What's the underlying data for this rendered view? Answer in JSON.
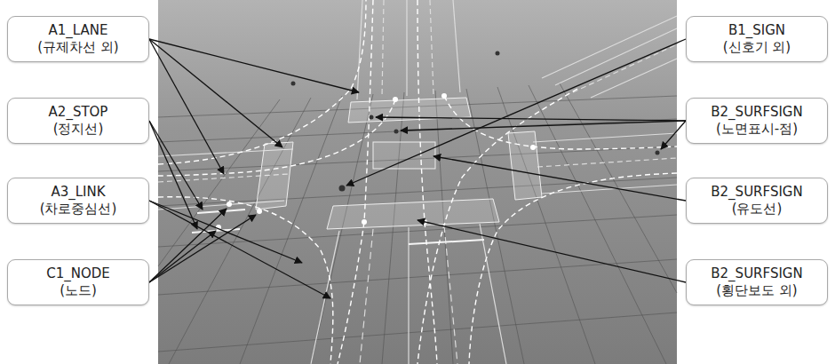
{
  "diagram": {
    "nodes": [
      {
        "text": [
          "A1_LANE",
          "(규제차선 외)"
        ]
      },
      {
        "text": [
          "A2_STOP",
          "(정지선)"
        ]
      },
      {
        "text": [
          "A3_LINK",
          "(차로중심선)"
        ]
      },
      {
        "text": [
          "C1_NODE",
          "(노드)"
        ]
      },
      {
        "text": [
          "B1_SIGN",
          "(신호기 외)"
        ]
      },
      {
        "text": [
          "B2_SURFSIGN",
          "(노면표시-점)"
        ]
      },
      {
        "text": [
          "B2_SURFSIGN",
          "(유도선)"
        ]
      },
      {
        "text": [
          "B2_SURFSIGN",
          "(횡단보도 외)"
        ]
      }
    ]
  }
}
